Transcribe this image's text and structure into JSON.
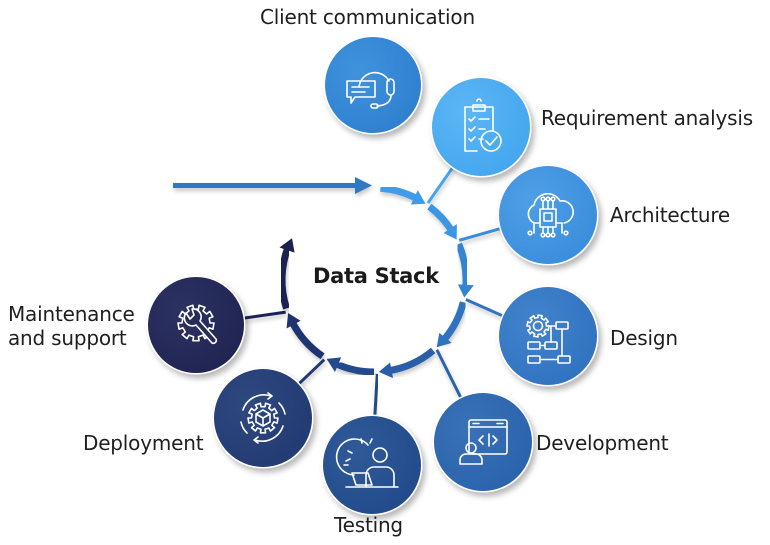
{
  "diagram": {
    "title": "Data Stack",
    "type": "cycle",
    "entry_arrow": "incoming-arrow",
    "steps": [
      {
        "id": "client-communication",
        "label": "Client communication",
        "icon": "headset-chat-icon",
        "color": "#2f7fcf",
        "color_light": "#3f93dd"
      },
      {
        "id": "requirement-analysis",
        "label": "Requirement analysis",
        "icon": "clipboard-check-icon",
        "color": "#44a6ee",
        "color_light": "#5bb6f5"
      },
      {
        "id": "architecture",
        "label": "Architecture",
        "icon": "cloud-chip-icon",
        "color": "#3a8ddc",
        "color_light": "#4f9fe6"
      },
      {
        "id": "design",
        "label": "Design",
        "icon": "gear-flowchart-icon",
        "color": "#3172c0",
        "color_light": "#4283cc"
      },
      {
        "id": "development",
        "label": "Development",
        "icon": "code-window-user-icon",
        "color": "#2a62ac",
        "color_light": "#3a72b8"
      },
      {
        "id": "testing",
        "label": "Testing",
        "icon": "gear-user-laptop-icon",
        "color": "#224a8a",
        "color_light": "#2f5a98"
      },
      {
        "id": "deployment",
        "label": "Deployment",
        "icon": "cycle-gear-box-icon",
        "color": "#223a72",
        "color_light": "#2e4880"
      },
      {
        "id": "maintenance-support",
        "label": "Maintenance\nand support",
        "icon": "gear-wrench-icon",
        "color": "#1f2452",
        "color_light": "#2c3262"
      }
    ]
  }
}
